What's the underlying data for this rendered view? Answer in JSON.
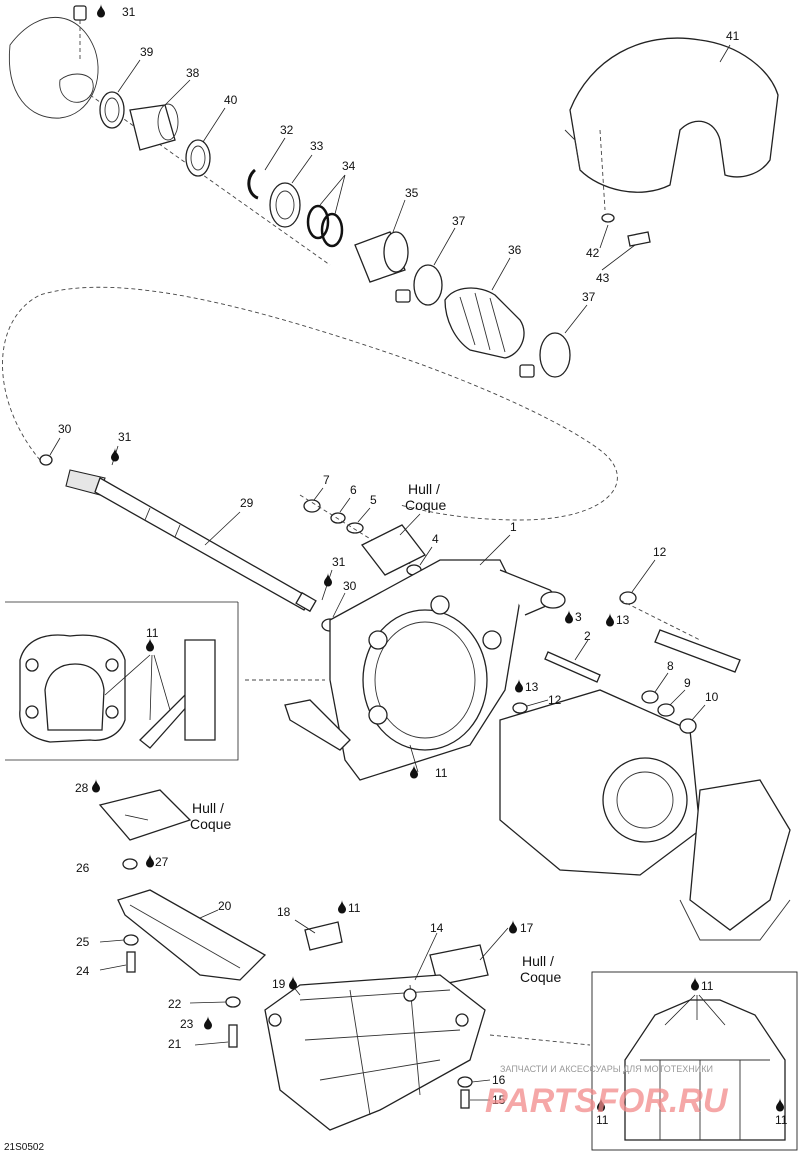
{
  "diagram_code": "21S0502",
  "hull_note": "Hull /\nCoque",
  "hull_note_lines": [
    "Hull /",
    "Coque"
  ],
  "watermark": {
    "text": "ЗАПЧАСТИ И АКСЕССУАРЫ ДЛЯ МОТОТЕХНИКИ",
    "logo": "PARTSFOR.RU"
  },
  "callouts": [
    {
      "id": "c41",
      "num": "41"
    },
    {
      "id": "c42",
      "num": "42"
    },
    {
      "id": "c43",
      "num": "43"
    },
    {
      "id": "c31a",
      "num": "31"
    },
    {
      "id": "c39",
      "num": "39"
    },
    {
      "id": "c38",
      "num": "38"
    },
    {
      "id": "c40",
      "num": "40"
    },
    {
      "id": "c32",
      "num": "32"
    },
    {
      "id": "c33",
      "num": "33"
    },
    {
      "id": "c34",
      "num": "34"
    },
    {
      "id": "c35",
      "num": "35"
    },
    {
      "id": "c37a",
      "num": "37"
    },
    {
      "id": "c36",
      "num": "36"
    },
    {
      "id": "c37b",
      "num": "37"
    },
    {
      "id": "c30a",
      "num": "30"
    },
    {
      "id": "c31b",
      "num": "31"
    },
    {
      "id": "c29",
      "num": "29"
    },
    {
      "id": "c7",
      "num": "7"
    },
    {
      "id": "c6",
      "num": "6"
    },
    {
      "id": "c5",
      "num": "5"
    },
    {
      "id": "c4",
      "num": "4"
    },
    {
      "id": "c1",
      "num": "1"
    },
    {
      "id": "c31c",
      "num": "31"
    },
    {
      "id": "c30b",
      "num": "30"
    },
    {
      "id": "c12a",
      "num": "12"
    },
    {
      "id": "c13a",
      "num": "13"
    },
    {
      "id": "c3",
      "num": "3"
    },
    {
      "id": "c2",
      "num": "2"
    },
    {
      "id": "c11a",
      "num": "11"
    },
    {
      "id": "c8",
      "num": "8"
    },
    {
      "id": "c9",
      "num": "9"
    },
    {
      "id": "c10",
      "num": "10"
    },
    {
      "id": "c13b",
      "num": "13"
    },
    {
      "id": "c12b",
      "num": "12"
    },
    {
      "id": "c11b",
      "num": "11"
    },
    {
      "id": "c28",
      "num": "28"
    },
    {
      "id": "c26",
      "num": "26"
    },
    {
      "id": "c27",
      "num": "27"
    },
    {
      "id": "c20",
      "num": "20"
    },
    {
      "id": "c25",
      "num": "25"
    },
    {
      "id": "c24",
      "num": "24"
    },
    {
      "id": "c18",
      "num": "18"
    },
    {
      "id": "c11c",
      "num": "11"
    },
    {
      "id": "c14",
      "num": "14"
    },
    {
      "id": "c17",
      "num": "17"
    },
    {
      "id": "c19",
      "num": "19"
    },
    {
      "id": "c22",
      "num": "22"
    },
    {
      "id": "c23",
      "num": "23"
    },
    {
      "id": "c21",
      "num": "21"
    },
    {
      "id": "c16",
      "num": "16"
    },
    {
      "id": "c15",
      "num": "15"
    },
    {
      "id": "c11d",
      "num": "11"
    },
    {
      "id": "c11e",
      "num": "11"
    },
    {
      "id": "c11f",
      "num": "11"
    }
  ]
}
